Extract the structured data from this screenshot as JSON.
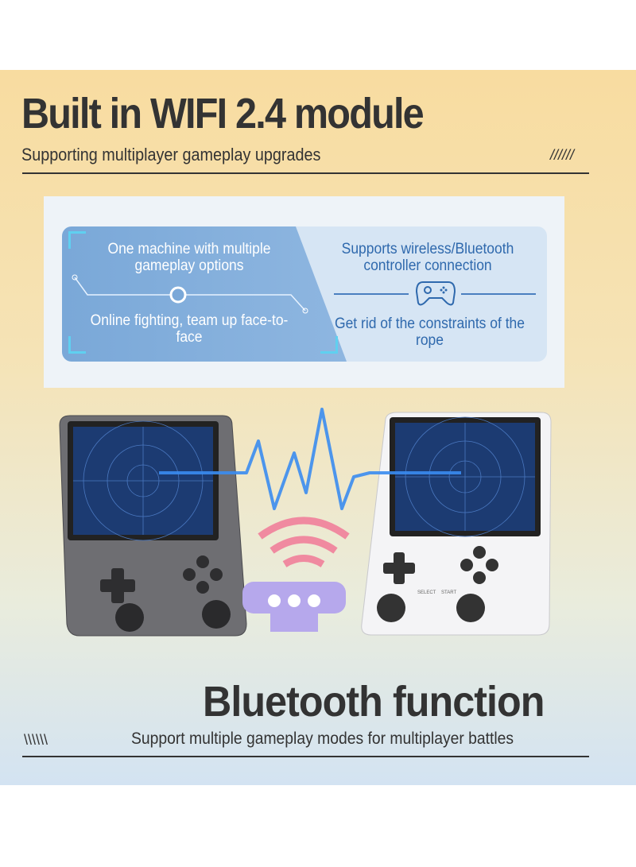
{
  "wifi_section": {
    "title": "Built in WIFI 2.4 module",
    "subtitle": "Supporting multiplayer gameplay upgrades",
    "decoration": "//////"
  },
  "feature_card": {
    "left_top": "One machine with multiple gameplay options",
    "left_bottom": "Online fighting, team up face-to-face",
    "right_top": "Supports wireless/Bluetooth controller connection",
    "right_bottom": "Get rid of the constraints of the rope",
    "icon": "gamepad-icon"
  },
  "devices": {
    "right_labels": {
      "select": "SELECT",
      "start": "START"
    }
  },
  "bluetooth_section": {
    "title": "Bluetooth function",
    "subtitle": "Support multiple gameplay modes for multiplayer battles",
    "decoration": "\\\\\\\\\\\\"
  },
  "colors": {
    "accent_blue": "#2f69ad",
    "wave_blue": "#3a8cf0",
    "wifi_pink": "#f08aa0",
    "text_dark": "#333333"
  }
}
